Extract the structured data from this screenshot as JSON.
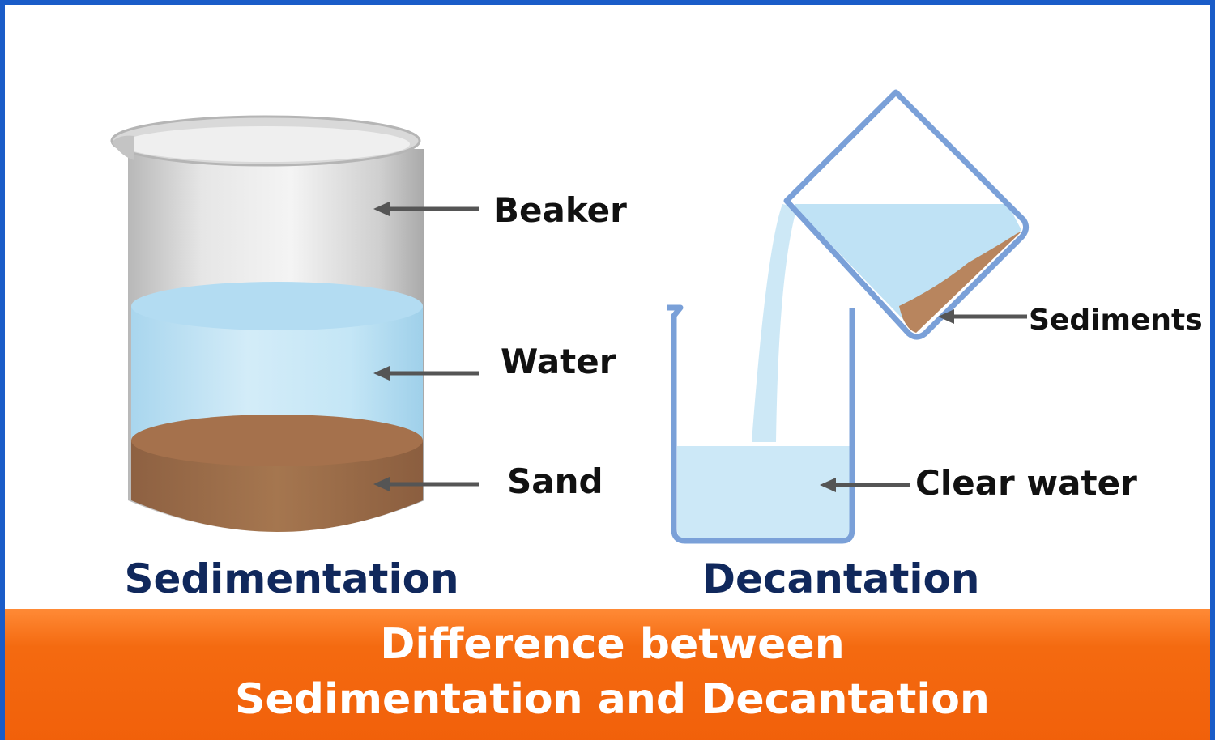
{
  "sedimentation": {
    "title": "Sedimentation",
    "labels": {
      "beaker": "Beaker",
      "water": "Water",
      "sand": "Sand"
    }
  },
  "decantation": {
    "title": "Decantation",
    "labels": {
      "sediments": "Sediments",
      "clear_water": "Clear water"
    }
  },
  "banner": {
    "line1": "Difference between",
    "line2": "Sedimentation and Decantation"
  },
  "colors": {
    "frame_border": "#1a5cc8",
    "banner_orange": "#f1600a",
    "title_navy": "#10285c",
    "water_blue": "#bfe3f5",
    "sand_brown": "#a0704a",
    "beaker_outline": "#7aa0d8"
  }
}
